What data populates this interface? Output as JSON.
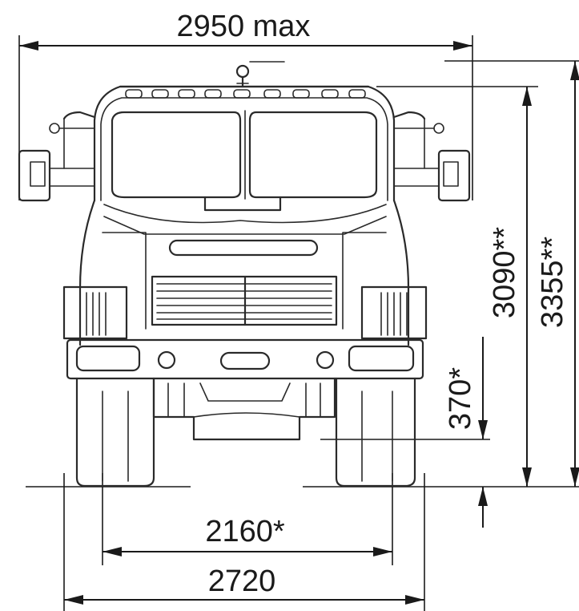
{
  "dimensions": {
    "overall_width": "2950 max",
    "height_3355": "3355**",
    "height_3090": "3090**",
    "ground_clearance": "370*",
    "track_width": "2160*",
    "tire_width": "2720"
  },
  "colors": {
    "line": "#2a2a2a",
    "background": "#ffffff"
  }
}
